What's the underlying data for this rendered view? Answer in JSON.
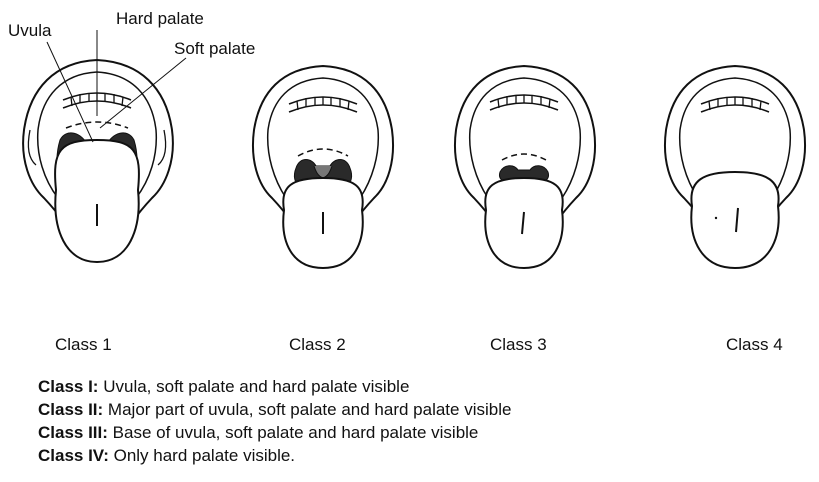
{
  "labels": {
    "uvula": "Uvula",
    "hard_palate": "Hard palate",
    "soft_palate": "Soft palate"
  },
  "classes": [
    {
      "caption": "Class 1"
    },
    {
      "caption": "Class 2"
    },
    {
      "caption": "Class 3"
    },
    {
      "caption": "Class 4"
    }
  ],
  "descriptions": [
    {
      "term": "Class I:",
      "text": " Uvula, soft palate and hard palate visible"
    },
    {
      "term": "Class II:",
      "text": " Major part of uvula, soft palate and hard palate visible"
    },
    {
      "term": "Class III:",
      "text": " Base of uvula,  soft palate and hard palate visible"
    },
    {
      "term": "Class IV:",
      "text": " Only hard palate visible."
    }
  ]
}
